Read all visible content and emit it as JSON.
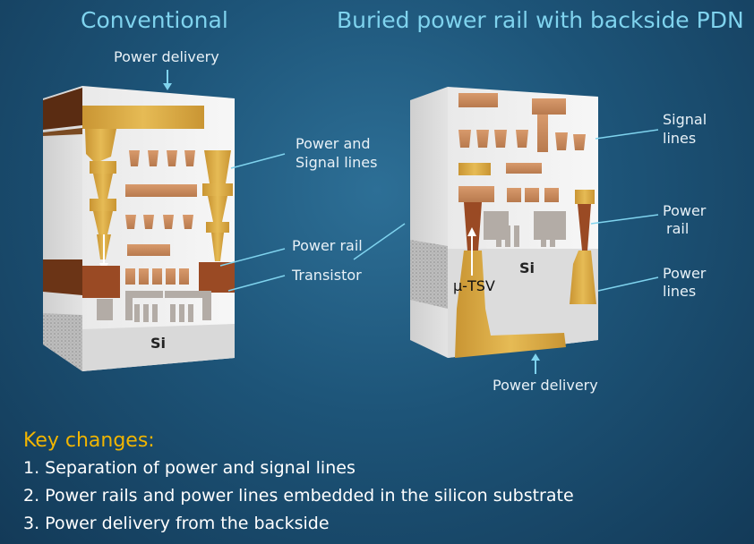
{
  "titles": {
    "left": "Conventional",
    "right": "Buried power rail with backside PDN"
  },
  "left_labels": {
    "power_delivery": "Power delivery",
    "power_signal_1": "Power and",
    "power_signal_2": "Signal lines",
    "power_rail": "Power rail",
    "transistor": "Transistor",
    "si": "Si"
  },
  "right_labels": {
    "signal_1": "Signal",
    "signal_2": "lines",
    "power_rail_1": "Power",
    "power_rail_2": "rail",
    "power_lines_1": "Power",
    "power_lines_2": "lines",
    "power_delivery": "Power delivery",
    "si": "Si",
    "tsv": "μ-TSV"
  },
  "key": {
    "title": "Key changes:",
    "items": [
      "1.  Separation of power and signal lines",
      "2.  Power rails  and power lines embedded in the silicon substrate",
      "3.  Power delivery from the backside"
    ]
  },
  "colors": {
    "title": "#7fd3ee",
    "key_title": "#f1b500",
    "gold": "#d9a93c",
    "copper": "#c88a5e",
    "rail": "#8a4424"
  }
}
